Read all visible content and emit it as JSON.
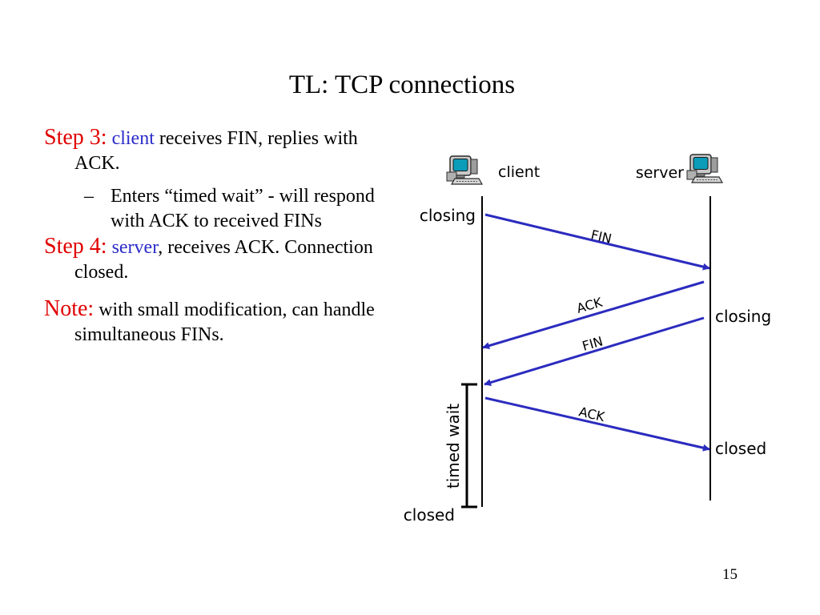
{
  "slide": {
    "title": "TL: TCP connections",
    "page_number": "15"
  },
  "bullets": {
    "step3": {
      "label": "Step 3:",
      "highlight": "client",
      "text": " receives FIN, replies with ACK."
    },
    "step3_sub": {
      "dash": "–",
      "text": "Enters “timed wait” - will respond with ACK to received FINs"
    },
    "step4": {
      "label": "Step 4:",
      "highlight": "server",
      "text": ", receives ACK.  Connection closed."
    },
    "note": {
      "label": "Note:",
      "text": " with small modification, can handle simultaneous FINs."
    }
  },
  "diagram": {
    "client_label": "client",
    "server_label": "server",
    "client_states": {
      "closing": "closing",
      "timed_wait": "timed wait",
      "closed": "closed"
    },
    "server_states": {
      "closing": "closing",
      "closed": "closed"
    },
    "messages": [
      {
        "label": "FIN",
        "direction": "client-to-server"
      },
      {
        "label": "ACK",
        "direction": "server-to-client"
      },
      {
        "label": "FIN",
        "direction": "server-to-client"
      },
      {
        "label": "ACK",
        "direction": "client-to-server"
      }
    ],
    "colors": {
      "arrow": "#2b2bbf",
      "emphasis": "#e00000",
      "highlight": "#2b2bc9",
      "monitor_body": "#c9c9c9",
      "monitor_screen": "#0a9cb8"
    },
    "icons": {
      "client": "computer-icon",
      "server": "computer-icon"
    }
  }
}
